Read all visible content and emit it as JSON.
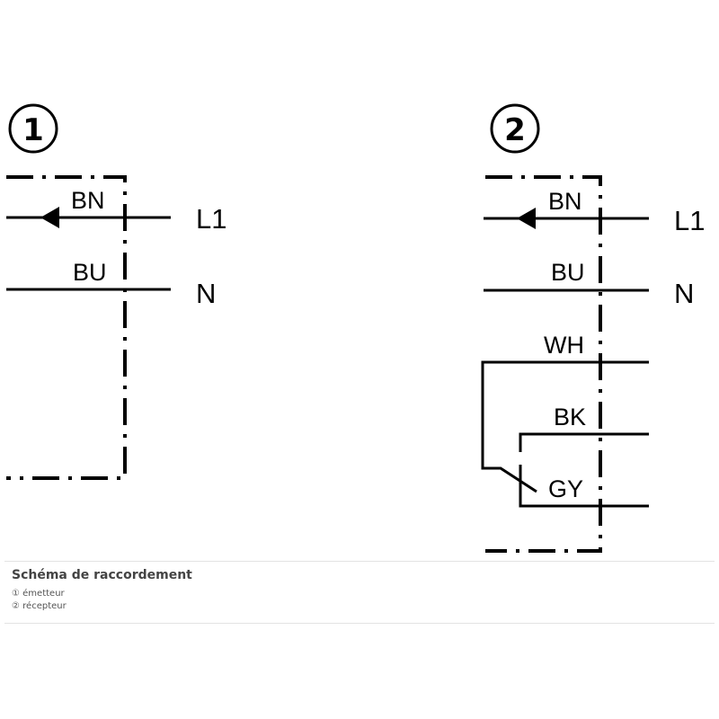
{
  "diagram": {
    "title_colors": {
      "line": "#000000",
      "background": "#ffffff"
    },
    "emitter": {
      "number": "1",
      "wires": [
        {
          "color_code": "BN",
          "terminal": "L1",
          "arrow": true
        },
        {
          "color_code": "BU",
          "terminal": "N",
          "arrow": false
        }
      ]
    },
    "receiver": {
      "number": "2",
      "wires": [
        {
          "color_code": "BN",
          "terminal": "L1",
          "arrow": true
        },
        {
          "color_code": "BU",
          "terminal": "N",
          "arrow": false
        },
        {
          "color_code": "WH",
          "terminal": ""
        },
        {
          "color_code": "BK",
          "terminal": ""
        },
        {
          "color_code": "GY",
          "terminal": ""
        }
      ]
    }
  },
  "caption": {
    "title": "Schéma de raccordement",
    "legend": [
      {
        "symbol": "①",
        "text": "émetteur"
      },
      {
        "symbol": "②",
        "text": "récepteur"
      }
    ]
  }
}
